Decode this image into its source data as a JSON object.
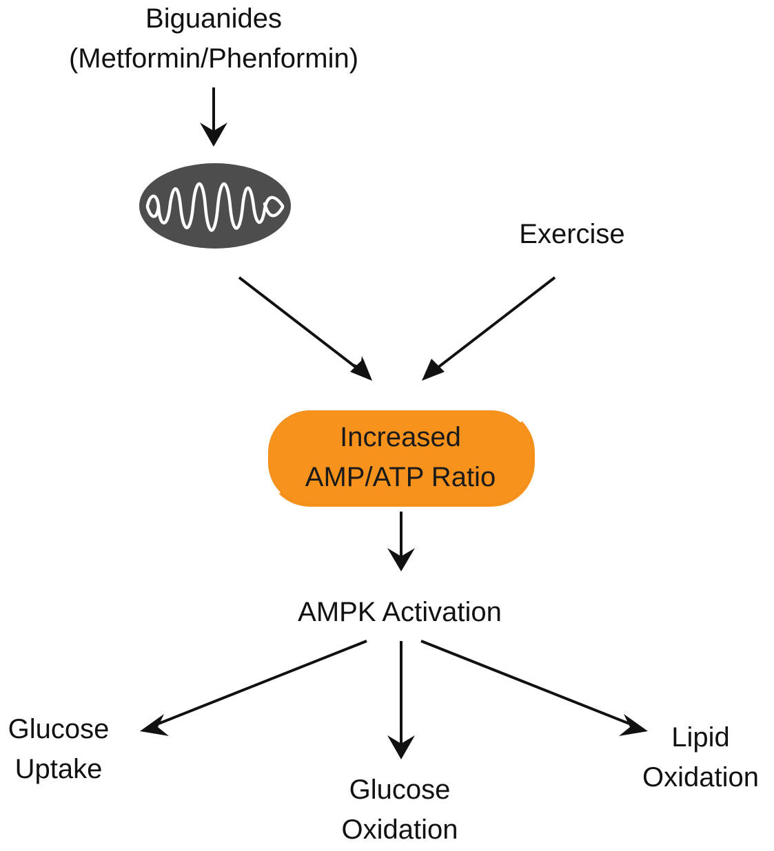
{
  "diagram": {
    "nodes": {
      "biguanides": {
        "line1": "Biguanides",
        "line2": "(Metformin/Phenformin)"
      },
      "mitochondrion": {
        "icon": "mitochondrion-icon"
      },
      "exercise": {
        "label": "Exercise"
      },
      "amp_ratio": {
        "line1": "Increased",
        "line2": "AMP/ATP Ratio",
        "fill": "#f7921c"
      },
      "ampk": {
        "label": "AMPK Activation"
      },
      "glucose_uptake": {
        "line1": "Glucose",
        "line2": "Uptake"
      },
      "glucose_oxidation": {
        "line1": "Glucose",
        "line2": "Oxidation"
      },
      "lipid_oxidation": {
        "line1": "Lipid",
        "line2": "Oxidation"
      }
    },
    "edges": [
      {
        "from": "biguanides",
        "to": "mitochondrion"
      },
      {
        "from": "mitochondrion",
        "to": "amp_ratio"
      },
      {
        "from": "exercise",
        "to": "amp_ratio"
      },
      {
        "from": "amp_ratio",
        "to": "ampk"
      },
      {
        "from": "ampk",
        "to": "glucose_uptake"
      },
      {
        "from": "ampk",
        "to": "glucose_oxidation"
      },
      {
        "from": "ampk",
        "to": "lipid_oxidation"
      }
    ],
    "colors": {
      "arrow": "#111111",
      "mitochondrion_body": "#4d4d4d",
      "mitochondrion_cristae": "#ffffff",
      "text": "#111111"
    }
  }
}
